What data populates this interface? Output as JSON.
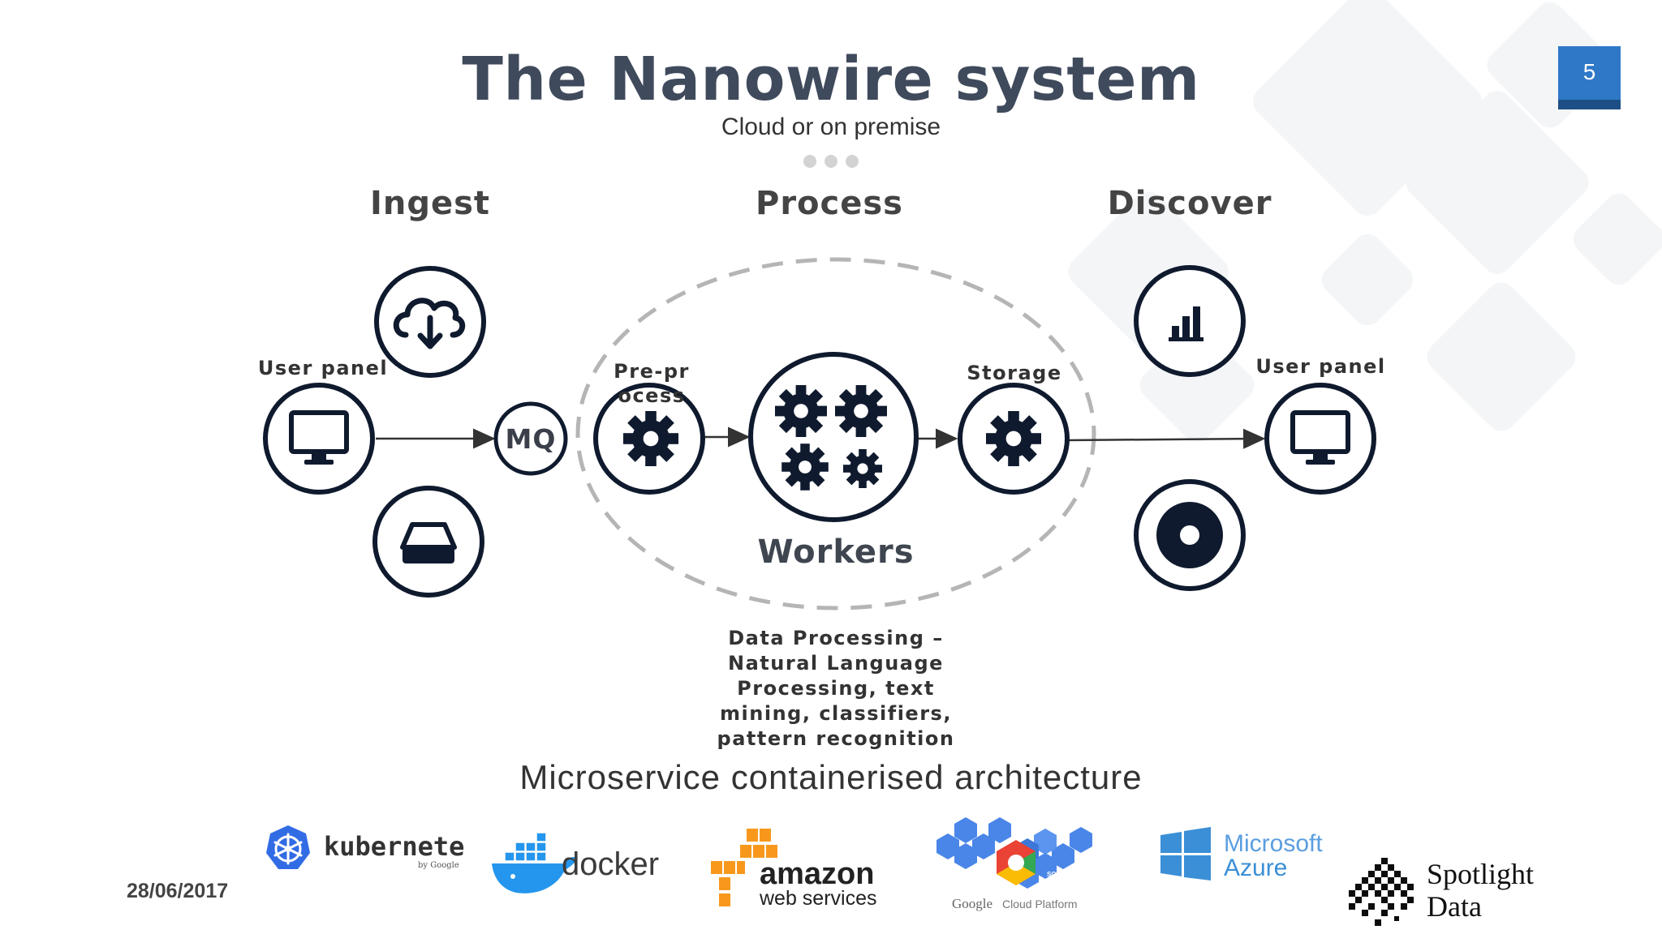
{
  "slide": {
    "title": "The Nanowire system",
    "subtitle": "Cloud or on premise",
    "page_number": "5",
    "date": "28/06/2017",
    "accent_color": "#2e78c7",
    "icon_color": "#0f1a2e"
  },
  "sections": {
    "ingest": "Ingest",
    "process": "Process",
    "discover": "Discover"
  },
  "nodes": {
    "user_panel_left": "User panel",
    "mq": "MQ",
    "preprocess": "Pre-process",
    "storage": "Storage",
    "workers": "Workers",
    "user_panel_right": "User panel"
  },
  "icons": {
    "cloud_download": "cloud-download-icon",
    "monitor": "monitor-icon",
    "drive": "hard-drive-icon",
    "gear": "gear-icon",
    "gears": "gears-icon",
    "bar_chart": "bar-chart-icon",
    "disc": "disc-icon"
  },
  "workers_caption": [
    "Data Processing –",
    "Natural Language",
    "Processing, text",
    "mining, classifiers,",
    "pattern recognition"
  ],
  "architecture": "Microservice containerised architecture",
  "logos": {
    "kubernetes": {
      "name": "kubernetes",
      "sub": "by Google"
    },
    "docker": "docker",
    "aws": {
      "line1": "amazon",
      "line2": "web services"
    },
    "gcp": {
      "line1": "Google",
      "line2": "Cloud Platform",
      "hex_label": "SQL"
    },
    "azure": {
      "line1": "Microsoft",
      "line2": "Azure"
    },
    "spotlight": {
      "line1": "Spotlight",
      "line2": "Data"
    }
  }
}
